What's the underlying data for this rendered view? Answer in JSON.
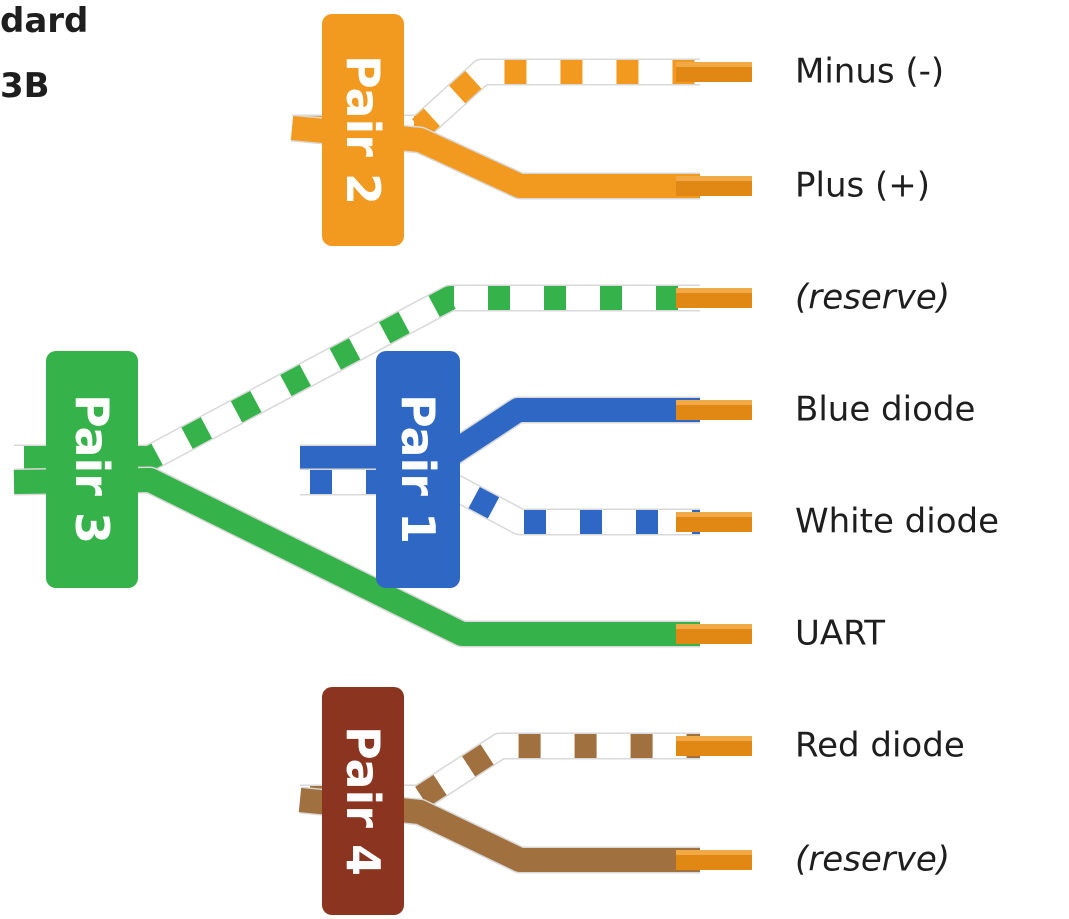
{
  "header": {
    "line1": "dard",
    "line2": "3B"
  },
  "colors": {
    "orange": "#f29a1f",
    "green": "#36b24a",
    "blue": "#2f68c4",
    "brown": "#a0703e",
    "brown_tag": "#8b341f",
    "terminal": "#e08714",
    "stripe_white": "#ffffff",
    "text": "#1e1e1e"
  },
  "pairs": [
    {
      "id": "pair2",
      "label": "Pair 2",
      "color": "#f29a1f",
      "tag_color": "#f29a1f",
      "wires": [
        {
          "striped": true,
          "label": "Minus (-)",
          "italic": false
        },
        {
          "striped": false,
          "label": "Plus (+)",
          "italic": false
        }
      ]
    },
    {
      "id": "pair3",
      "label": "Pair 3",
      "color": "#36b24a",
      "tag_color": "#36b24a",
      "wires": [
        {
          "striped": true,
          "label": "(reserve)",
          "italic": true
        },
        {
          "striped": false,
          "label": "UART",
          "italic": false
        }
      ]
    },
    {
      "id": "pair1",
      "label": "Pair 1",
      "color": "#2f68c4",
      "tag_color": "#2f68c4",
      "wires": [
        {
          "striped": false,
          "label": "Blue diode",
          "italic": false
        },
        {
          "striped": true,
          "label": "White diode",
          "italic": false
        }
      ]
    },
    {
      "id": "pair4",
      "label": "Pair 4",
      "color": "#a0703e",
      "tag_color": "#8b341f",
      "wires": [
        {
          "striped": true,
          "label": "Red diode",
          "italic": false
        },
        {
          "striped": false,
          "label": "(reserve)",
          "italic": true
        }
      ]
    }
  ]
}
